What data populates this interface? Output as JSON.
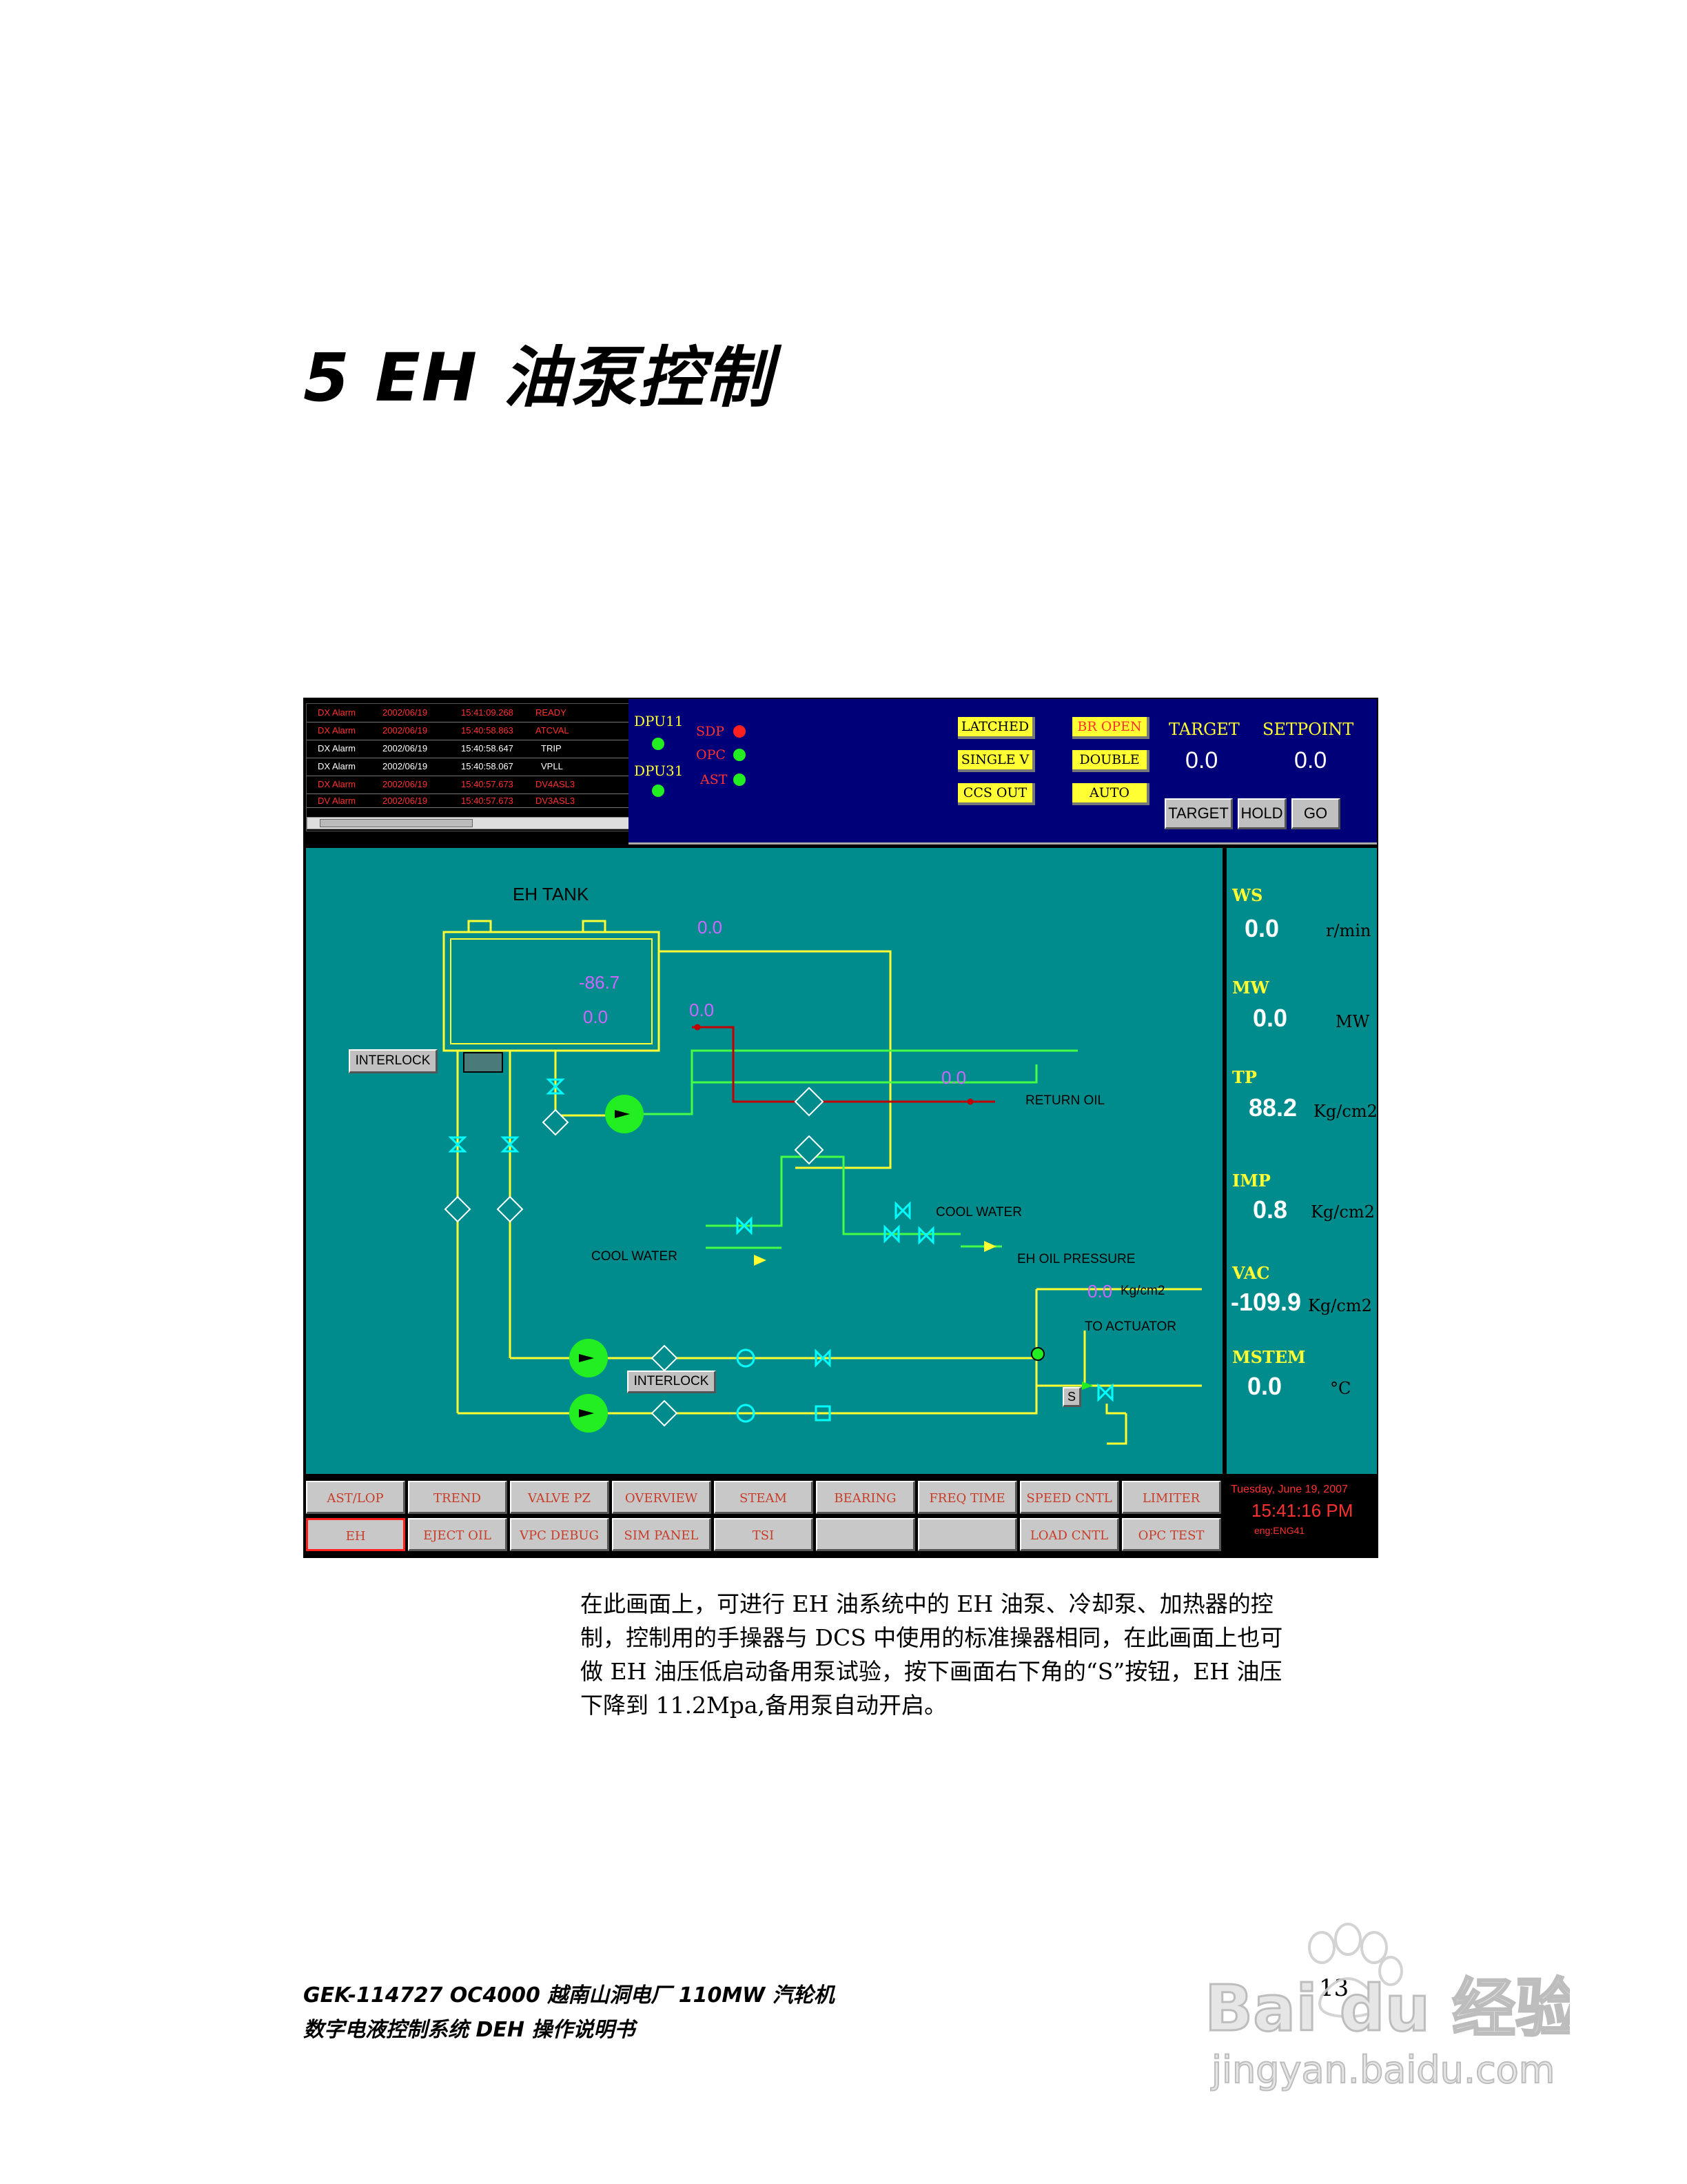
{
  "heading": "5  EH 油泵控制",
  "alarm": {
    "rows": [
      {
        "type": "DX Alarm",
        "date": "2002/06/19",
        "time": "15:41:09.268",
        "status": "READY",
        "color": "#ff3030"
      },
      {
        "type": "DX Alarm",
        "date": "2002/06/19",
        "time": "15:40:58.863",
        "status": "ATCVAL",
        "color": "#ff3030"
      },
      {
        "type": "DX Alarm",
        "date": "2002/06/19",
        "time": "15:40:58.647",
        "status": "TRIP",
        "color": "#ffffff"
      },
      {
        "type": "DX Alarm",
        "date": "2002/06/19",
        "time": "15:40:58.067",
        "status": "VPLL",
        "color": "#ffffff"
      },
      {
        "type": "DX Alarm",
        "date": "2002/06/19",
        "time": "15:40:57.673",
        "status": "DV4ASL3",
        "color": "#ff3030"
      },
      {
        "type": "DV Alarm",
        "date": "2002/06/19",
        "time": "15:40:57.673",
        "status": "DV3ASL3",
        "color": "#ff3030"
      }
    ]
  },
  "status": {
    "dpu11": "DPU11",
    "dpu31": "DPU31",
    "sdp": "SDP",
    "opc": "OPC",
    "ast": "AST",
    "latched": "LATCHED",
    "single_v": "SINGLE  V",
    "ccs_out": "CCS OUT",
    "br_open": "BR OPEN",
    "double": "DOUBLE",
    "auto": "AUTO",
    "target_label": "TARGET",
    "setpoint_label": "SETPOINT",
    "target_value": "0.0",
    "setpoint_value": "0.0",
    "btn_target": "TARGET",
    "btn_hold": "HOLD",
    "btn_go": "GO"
  },
  "diagram": {
    "eh_tank": "EH TANK",
    "interlock_1": "INTERLOCK",
    "interlock_2": "INTERLOCK",
    "return_oil": "RETURN OIL",
    "cool_water_1": "COOL WATER",
    "cool_water_2": "COOL WATER",
    "eh_oil_pressure": "EH OIL PRESSURE",
    "to_actuator": "TO ACTUATOR",
    "kgcm2": "Kg/cm2",
    "s_button": "S",
    "val_tank_temp": "-86.7",
    "val_tank_level": "0.0",
    "val_top": "0.0",
    "val_mid": "0.0",
    "val_return": "0.0",
    "val_pressure": "0.0"
  },
  "side": {
    "ws": {
      "name": "WS",
      "value": "0.0",
      "unit": "r/min"
    },
    "mw": {
      "name": "MW",
      "value": "0.0",
      "unit": "MW"
    },
    "tp": {
      "name": "TP",
      "value": "88.2",
      "unit": "Kg/cm2"
    },
    "imp": {
      "name": "IMP",
      "value": "0.8",
      "unit": "Kg/cm2"
    },
    "vac": {
      "name": "VAC",
      "value": "-109.9",
      "unit": "Kg/cm2"
    },
    "mstem": {
      "name": "MSTEM",
      "value": "0.0",
      "unit": "°C"
    }
  },
  "nav": {
    "row1": [
      "AST/LOP",
      "TREND",
      "VALVE PZ",
      "OVERVIEW",
      "STEAM",
      "BEARING",
      "FREQ TIME",
      "SPEED CNTL",
      "LIMITER"
    ],
    "row2": [
      "EH",
      "EJECT OIL",
      "VPC DEBUG",
      "SIM PANEL",
      "TSI",
      "",
      "",
      "LOAD CNTL",
      "OPC TEST"
    ]
  },
  "clock": {
    "date": "Tuesday, June 19, 2007",
    "time": "15:41:16 PM",
    "user": "eng:ENG41"
  },
  "paragraph": [
    "在此画面上，可进行 EH 油系统中的 EH 油泵、冷却泵、加热器的控",
    "制，控制用的手操器与 DCS 中使用的标准操器相同，在此画面上也可",
    "做 EH 油压低启动备用泵试验，按下画面右下角的“S”按钮，EH 油压",
    "下降到 11.2Mpa,备用泵自动开启。"
  ],
  "footer": {
    "line1": "GEK-114727 OC4000 越南山洞电厂 110MW 汽轮机",
    "line2": "数字电液控制系统 DEH 操作说明书",
    "page": "13"
  },
  "watermark": {
    "brand": "Bai du 经验",
    "url": "jingyan.baidu.com"
  }
}
